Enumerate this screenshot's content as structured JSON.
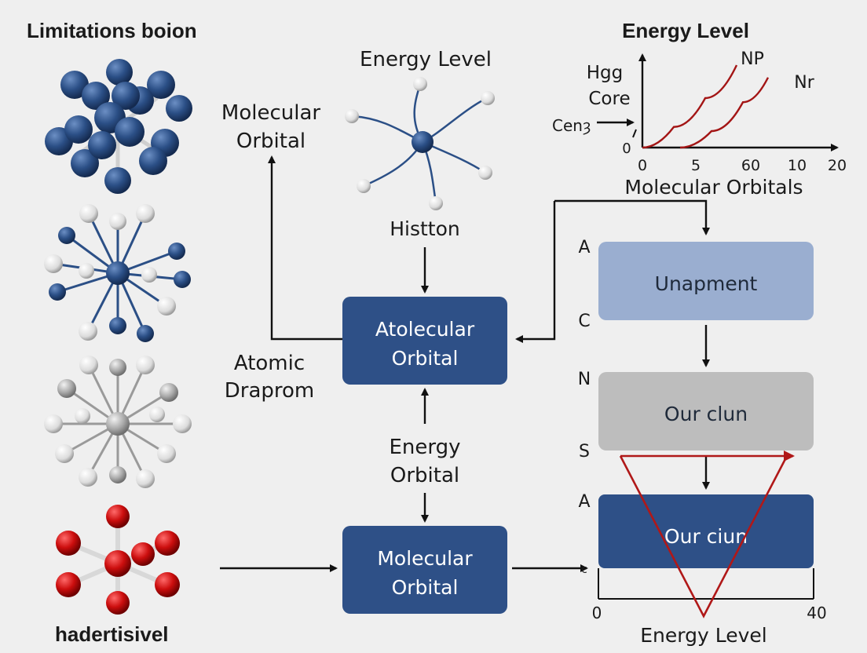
{
  "left_column": {
    "title": "Limitations boion",
    "bottom_label": "hadertisivel"
  },
  "center": {
    "top_title": "Energy Level",
    "molecular_orbital_label": "Molecular Orbital",
    "hub_label": "Histton",
    "box_top": "Atolecular Orbital",
    "atomic_label": "Atomic Draprom",
    "energy_orbital_label": "Energy Orbital",
    "box_bottom": "Molecular Orbital"
  },
  "chart_data": {
    "type": "line",
    "title": "Energy Level",
    "y_labels": [
      "Hgg",
      "Core"
    ],
    "annotation": "Cenȝ",
    "y_tick_label": "0",
    "x_ticks": [
      0,
      5,
      60,
      10,
      20
    ],
    "xlabel": "Molecular Orbitals",
    "series": [
      {
        "name": "NP",
        "points": [
          [
            0,
            0
          ],
          [
            1,
            0.25
          ],
          [
            2,
            0.6
          ],
          [
            3,
            1.0
          ]
        ]
      },
      {
        "name": "Nr",
        "points": [
          [
            1.2,
            0
          ],
          [
            2.2,
            0.2
          ],
          [
            3.2,
            0.55
          ],
          [
            4.0,
            0.85
          ]
        ]
      }
    ],
    "color": "#a31515"
  },
  "right_column": {
    "side_letters": [
      "A",
      "C",
      "N",
      "S",
      "A",
      "c"
    ],
    "box1": "Unapment",
    "box2": "Our clun",
    "box3": "Our ciun",
    "axis_ticks": [
      "0",
      "40"
    ],
    "axis_label": "Energy Level"
  },
  "colors": {
    "dark_blue_box": "#2e5087",
    "light_blue_box": "#9aaed0",
    "gray_box": "#bdbdbd",
    "red": "#a31515"
  }
}
